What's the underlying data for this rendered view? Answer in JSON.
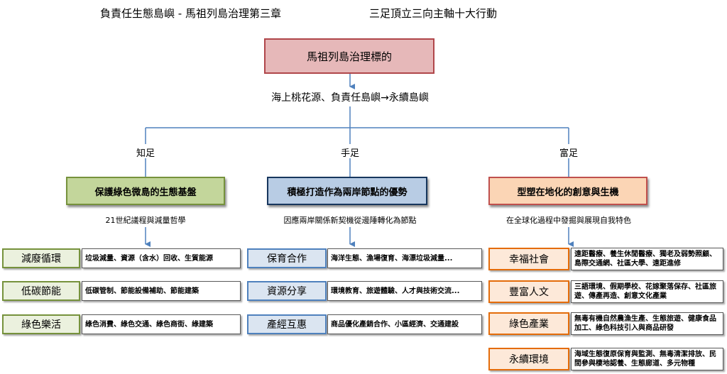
{
  "header": {
    "left": "負責任生態島嶼 - 馬祖列島治理第三章",
    "right": "三足頂立三向主軸十大行動"
  },
  "root": {
    "title": "馬祖列島治理標的",
    "vision": "海上桃花源、負責任島嶼→永續島嶼"
  },
  "branches": [
    {
      "label": "知足",
      "pillar": "保護綠色微島的生態基盤",
      "subtitle": "21世紀議程與減量哲學",
      "items": [
        {
          "name": "減廢循環",
          "detail": "垃圾減量、資源（含水）回收、生質能源"
        },
        {
          "name": "低碳節能",
          "detail": "低碳管制、節能設備補助、節能建築"
        },
        {
          "name": "綠色樂活",
          "detail": "綠色消費、綠色交通、綠色商街、綠建築"
        }
      ]
    },
    {
      "label": "手足",
      "pillar": "積極打造作為兩岸節點的優勢",
      "subtitle": "因應兩岸關係新契機從邊陲轉化為節點",
      "items": [
        {
          "name": "保育合作",
          "detail": "海洋生態、漁場復育、海漂垃圾減量..."
        },
        {
          "name": "資源分享",
          "detail": "環境教育、旅遊體驗、人才與技術交流..."
        },
        {
          "name": "產經互惠",
          "detail": "商品優化產銷合作、小區經濟、交通建設"
        }
      ]
    },
    {
      "label": "富足",
      "pillar": "型塑在地化的創意與生機",
      "subtitle": "在全球化過程中發掘與展現自我特色",
      "items": [
        {
          "name": "幸福社會",
          "detail": "遠距醫療、養生休閒醫療、獨老及弱勢照顧、島際交通網、社區大學、遠距進修"
        },
        {
          "name": "豐富人文",
          "detail": "三語環境、假期學校、花嫁聚落保存、社區旅遊、傳產再造、創意文化產業"
        },
        {
          "name": "綠色產業",
          "detail": "無毒有機自然農漁生產、生態旅遊、健康食品加工、綠色科技引入與商品研發"
        },
        {
          "name": "永續環境",
          "detail": "海域生態復原保育與監測、無毒清潔排放、民間參與棲地認養、生態廊道、多元物種"
        }
      ]
    }
  ],
  "colors": {
    "connector": "#4f81bd",
    "pillar_green": "#c3d69b",
    "pillar_blue": "#b8cce4",
    "pillar_tan": "#fbd5b5",
    "root_fill": "#e6b8b9"
  }
}
